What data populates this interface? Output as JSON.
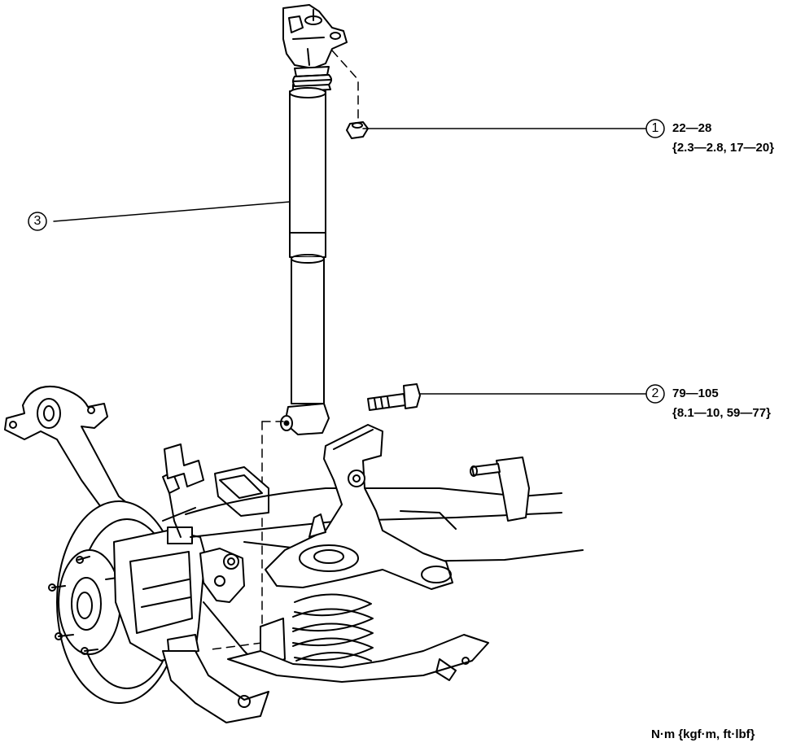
{
  "callouts": [
    {
      "number": "1",
      "torque_nm": "22—28",
      "torque_alt": "{2.3—2.8, 17—20}"
    },
    {
      "number": "2",
      "torque_nm": "79—105",
      "torque_alt": "{8.1—10, 59—77}"
    },
    {
      "number": "3"
    }
  ],
  "units_note": "N·m {kgf·m, ft·lbf}"
}
